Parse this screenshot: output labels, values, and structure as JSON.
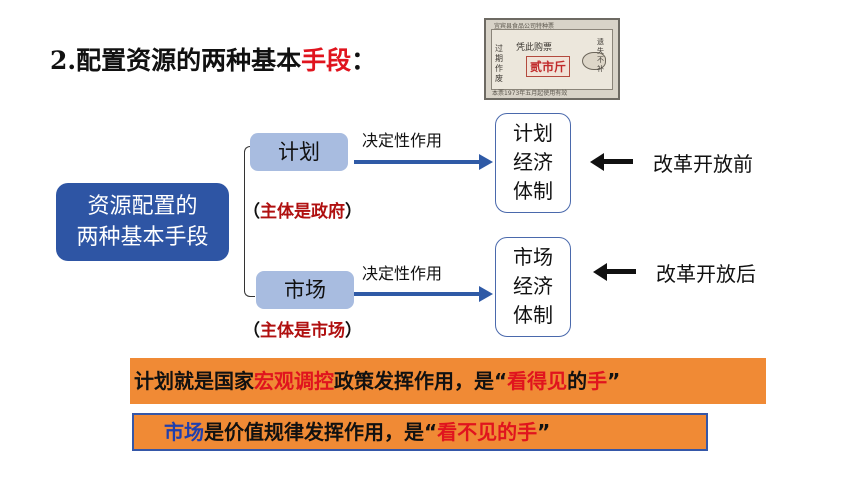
{
  "title": {
    "prefix": "2.配置资源的两种基本",
    "highlight": "手段",
    "suffix": "："
  },
  "ticket": {
    "top": "宜宾县食品公司特种票",
    "head": "凭此购票",
    "side": "过期作废",
    "right": "遗失不补",
    "main": "贰市斤",
    "bottom": "本票1973年五月起使用有效"
  },
  "source_box": {
    "line1": "资源配置的",
    "line2": "两种基本手段"
  },
  "plan": {
    "label": "计划",
    "subject": {
      "open": "（",
      "text": "主体是政府",
      "close": "）"
    },
    "arrow_label": "决定性作用",
    "system": [
      "计划",
      "经济",
      "体制"
    ],
    "reform": "改革开放前"
  },
  "market": {
    "label": "市场",
    "subject": {
      "open": "（",
      "text": "主体是市场",
      "close": "）"
    },
    "arrow_label": "决定性作用",
    "system": [
      "市场",
      "经济",
      "体制"
    ],
    "reform": "改革开放后"
  },
  "plan_banner": {
    "part1": "计划就是国家",
    "highlight1": "宏观调控",
    "part2": "政策发挥作用，是“",
    "highlight2": "看得见",
    "part3": "的",
    "highlight3": "手",
    "part4": "”"
  },
  "market_banner": {
    "highlight1": "市场",
    "part1": "是价值规律发挥作用，是“",
    "highlight2": "看不见的手",
    "part2": "”"
  },
  "colors": {
    "accent_red": "#e0141e",
    "box_blue": "#2e55a4",
    "pill_blue": "#a8bce0",
    "arrow_blue": "#2f5aa6",
    "banner_orange": "#f08a35"
  }
}
